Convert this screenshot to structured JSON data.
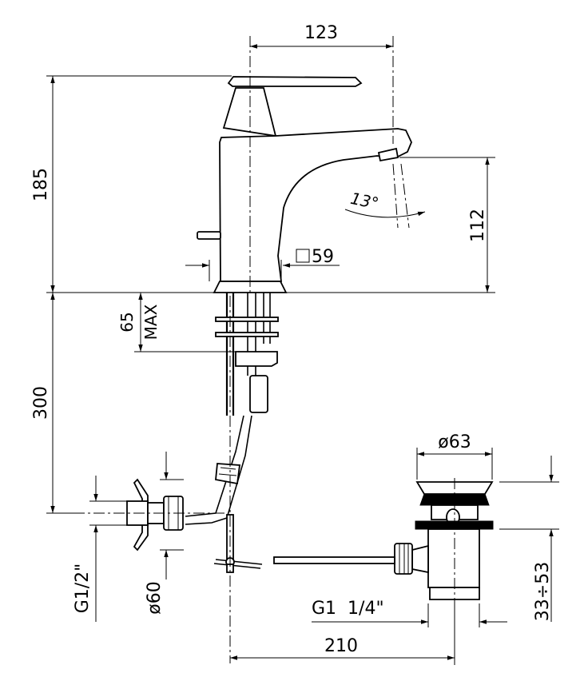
{
  "drawing": {
    "dimensions": {
      "spout_reach": "123",
      "total_height": "185",
      "spout_height": "112",
      "spout_angle": "13°",
      "base_square": "59",
      "deck_thickness": "65",
      "deck_thickness_note": "MAX",
      "hose_length": "300",
      "inlet_thread": "G1/2\"",
      "escutcheon_diameter": "ø60",
      "waste_diameter": "ø63",
      "waste_thread": "G1  1/4\"",
      "waste_range": "33÷53",
      "rod_length": "210"
    }
  }
}
